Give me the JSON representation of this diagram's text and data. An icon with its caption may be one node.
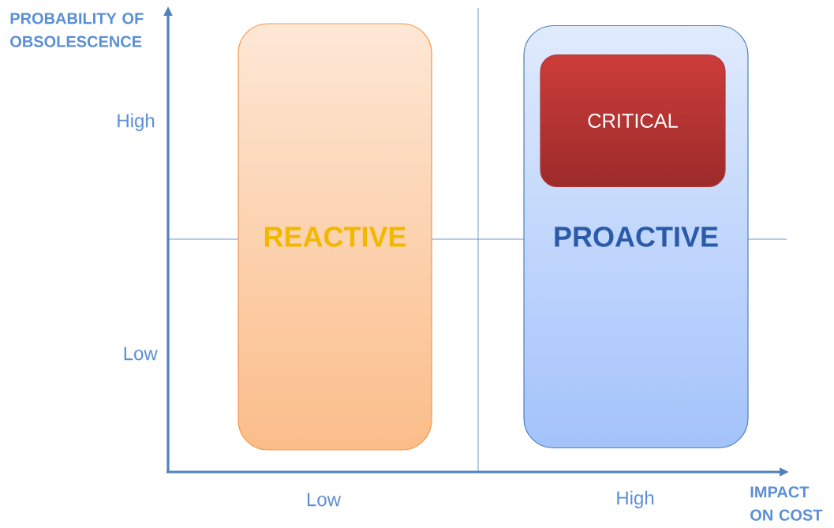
{
  "diagram": {
    "nodes": [
      {
        "text": [
          "REACTIVE"
        ]
      },
      {
        "text": [
          "PROACTIVE"
        ]
      },
      {
        "text": [
          "CRITICAL"
        ],
        "in": 1
      }
    ],
    "labels": [
      "PROBABILITY OF OBSOLESCENCE",
      "High",
      "Low",
      "Low",
      "High",
      "IMPACT ON COST"
    ]
  }
}
